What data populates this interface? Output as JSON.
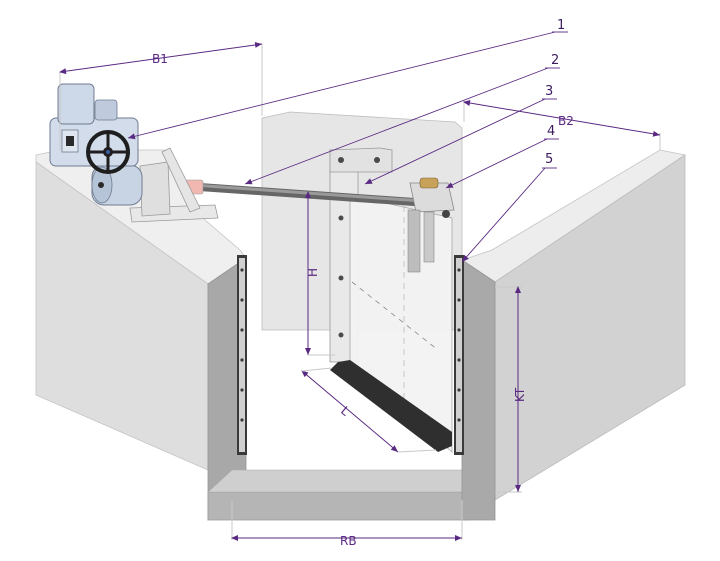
{
  "dimensions": {
    "b1": "B1",
    "b2": "B2",
    "h": "H",
    "l": "L",
    "kt": "KT",
    "rb": "RB"
  },
  "callouts": [
    "1",
    "2",
    "3",
    "4",
    "5"
  ],
  "colors": {
    "dimension": "#5a2a82",
    "concrete_light": "#ececec",
    "concrete_mid": "#d4d4d4",
    "concrete_dark": "#a9a9a9",
    "actuator": "#c8d4e4",
    "handwheel": "#1e1e1e",
    "spindle": "#555555",
    "guide_rail": "#3a3a3a"
  },
  "icons": [
    "electric-actuator-icon",
    "handwheel-icon",
    "spindle-icon",
    "gate-plate-icon",
    "guide-rail-icon"
  ]
}
